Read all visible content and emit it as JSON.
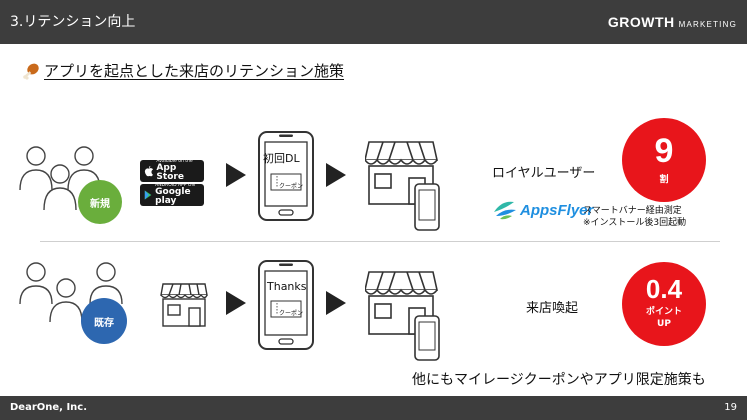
{
  "header": {
    "title": "3.リテンション向上",
    "logo_main": "GROWTH",
    "logo_sub": "MARKETING"
  },
  "subtitle": "アプリを起点とした来店のリテンション施策",
  "row_new": {
    "badge": "新規",
    "app_store": {
      "small": "Available on the",
      "large": "App Store"
    },
    "google_play": {
      "small": "ANDROID APP ON",
      "large": "Google play"
    },
    "phone_text": "初回DL",
    "coupon": "クーポン",
    "result_label": "ロイヤルユーザー",
    "stat_value": "9",
    "stat_unit": "割"
  },
  "appsflyer": {
    "name": "AppsFlyer",
    "note_line1": "スマートバナー経由測定",
    "note_line2": "※インストール後3回起動"
  },
  "row_existing": {
    "badge": "既存",
    "phone_text": "Thanks",
    "coupon": "クーポン",
    "result_label": "来店喚起",
    "stat_value": "0.4",
    "stat_unit_line1": "ポイント",
    "stat_unit_line2": "UP"
  },
  "footnote": "他にもマイレージクーポンやアプリ限定施策も",
  "footer": {
    "company": "DearOne, Inc.",
    "page": "19"
  },
  "colors": {
    "header_bg": "#3d3d3d",
    "green": "#6aae3c",
    "blue": "#2d67b0",
    "red": "#e8151b",
    "appsflyer": "#1f8fe0"
  }
}
